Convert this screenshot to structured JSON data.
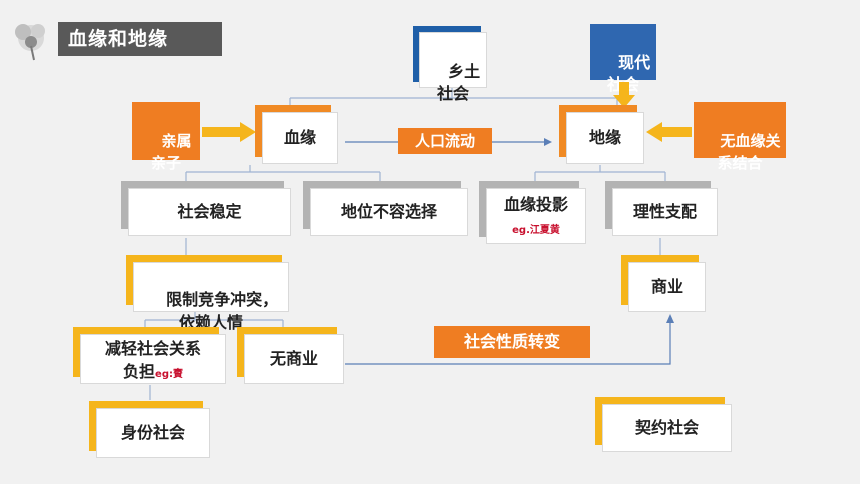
{
  "title": "血缘和地缘",
  "nodes": {
    "xiangtu": "乡土\n社会",
    "xiandai": "现代\n社会",
    "qinshu": "亲属\n亲子",
    "xueyuan": "血缘",
    "renkou": "人口流动",
    "diyuan": "地缘",
    "wuxueyuan": "无血缘关\n系结合",
    "shehuiwending": "社会稳定",
    "diwei": "地位不容选择",
    "xueyuantouying": "血缘投影",
    "xueyuantouying_eg": "eg.江夏黄",
    "lixing": "理性支配",
    "xianzhi": "限制竞争冲突，\n依赖人情",
    "shangye": "商业",
    "jianqing": "减轻社会关系\n负担",
    "jianqing_eg": "eg:賨",
    "wushangye": "无商业",
    "zhuanbian": "社会性质转变",
    "shenfen": "身份社会",
    "qiyue": "契约社会"
  },
  "colors": {
    "blue": "#2f67b0",
    "orange": "#ef7d22",
    "yellow": "#f5b51c",
    "gray": "#b3b3b3",
    "title_bg": "#595959"
  }
}
